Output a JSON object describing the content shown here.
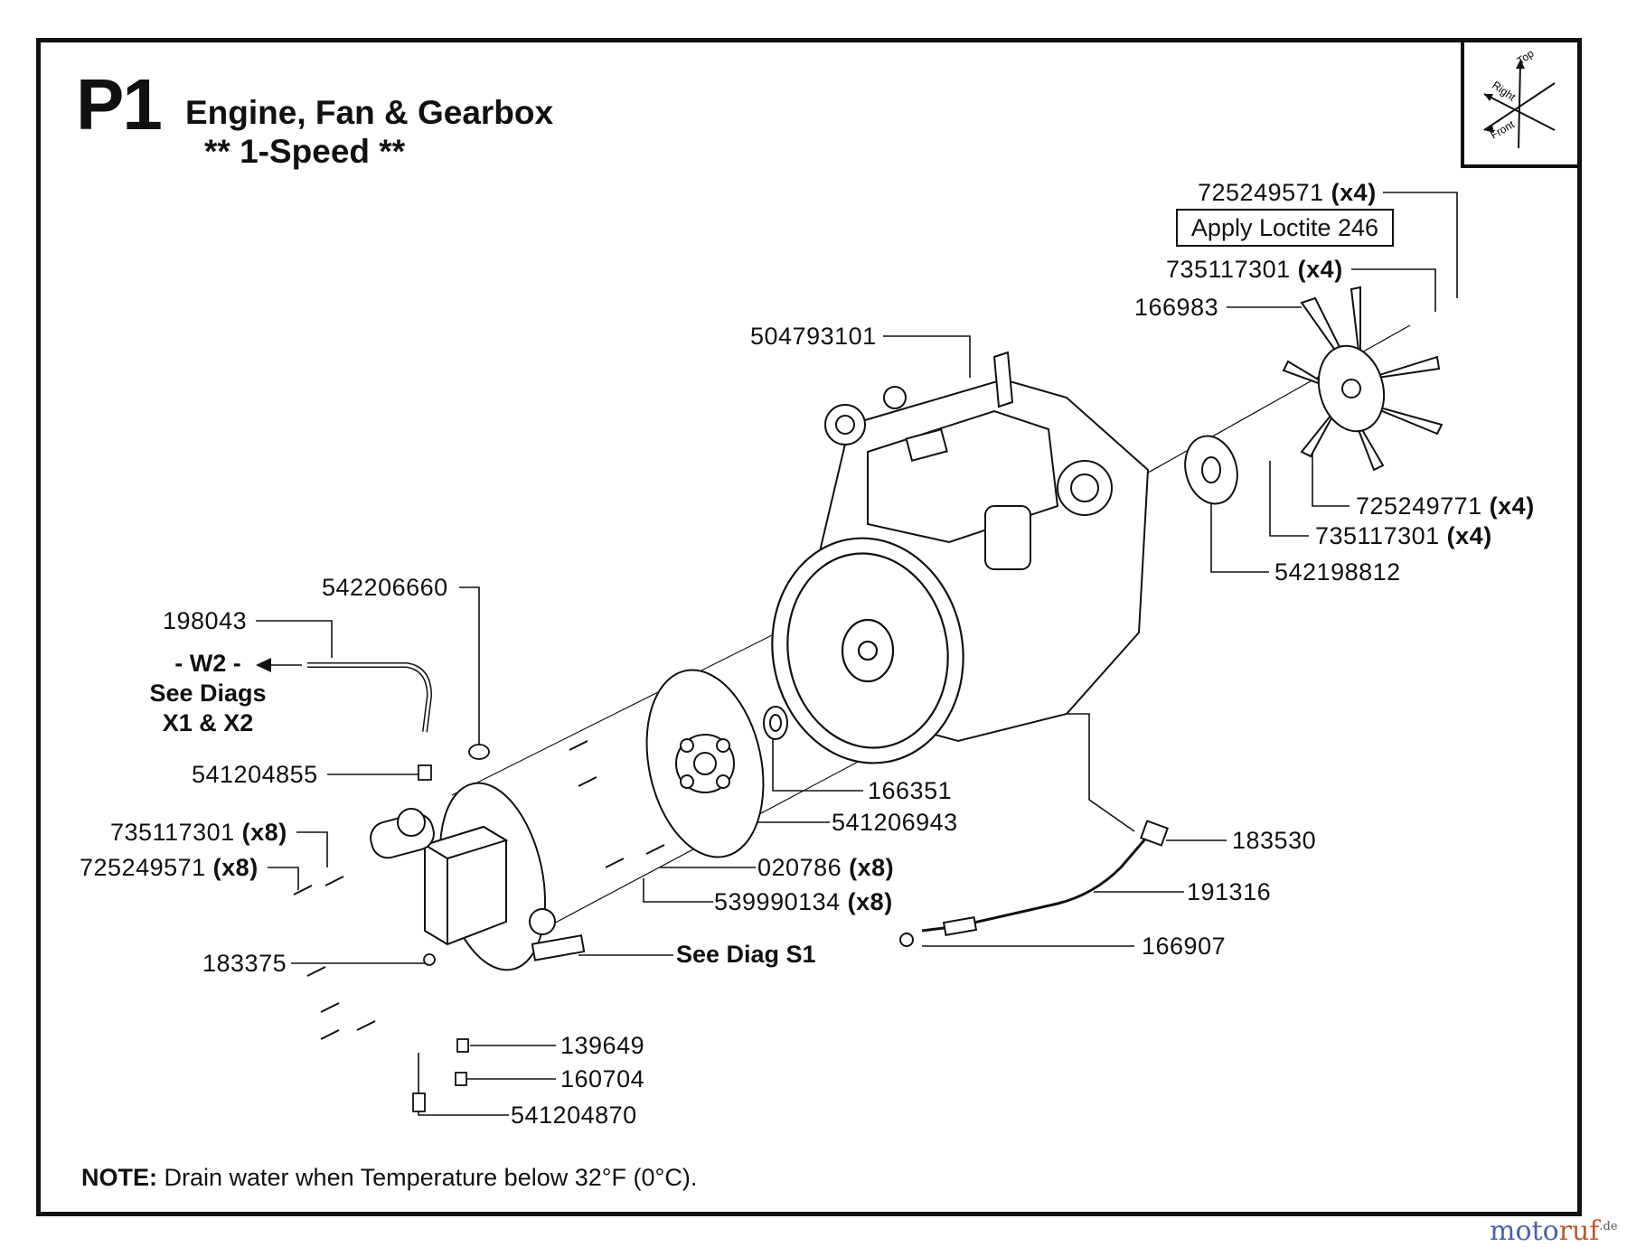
{
  "header": {
    "sheet_id": "P1",
    "title": "Engine, Fan & Gearbox",
    "subtitle": "** 1-Speed **"
  },
  "orientation": {
    "top": "Top",
    "right": "Right",
    "front": "Front"
  },
  "callouts": {
    "p725249571_top": {
      "part": "725249571",
      "qty": "(x4)"
    },
    "loctite": "Apply Loctite 246",
    "p735117301_top": {
      "part": "735117301",
      "qty": "(x4)"
    },
    "p166983": {
      "part": "166983"
    },
    "p504793101": {
      "part": "504793101"
    },
    "p725249771": {
      "part": "725249771",
      "qty": "(x4)"
    },
    "p735117301_mid": {
      "part": "735117301",
      "qty": "(x4)"
    },
    "p542198812": {
      "part": "542198812"
    },
    "p542206660": {
      "part": "542206660"
    },
    "p198043": {
      "part": "198043"
    },
    "p541204855": {
      "part": "541204855"
    },
    "p735117301_left": {
      "part": "735117301",
      "qty": "(x8)"
    },
    "p725249571_left": {
      "part": "725249571",
      "qty": "(x8)"
    },
    "p183375": {
      "part": "183375"
    },
    "p166351": {
      "part": "166351"
    },
    "p541206943": {
      "part": "541206943"
    },
    "p183530": {
      "part": "183530"
    },
    "p020786": {
      "part": "020786",
      "qty": "(x8)"
    },
    "p539990134": {
      "part": "539990134",
      "qty": "(x8)"
    },
    "p191316": {
      "part": "191316"
    },
    "p166907": {
      "part": "166907"
    },
    "p139649": {
      "part": "139649"
    },
    "p160704": {
      "part": "160704"
    },
    "p541204870": {
      "part": "541204870"
    }
  },
  "references": {
    "w2_line1": "- W2 -",
    "w2_line2": "See Diags",
    "w2_line3": "X1 & X2",
    "see_s1": "See Diag S1"
  },
  "note": {
    "label": "NOTE:",
    "text": " Drain water when Temperature below 32°F (0°C)."
  },
  "watermark": {
    "main": "moto",
    "accent": "ruf",
    "suffix": ".de"
  }
}
